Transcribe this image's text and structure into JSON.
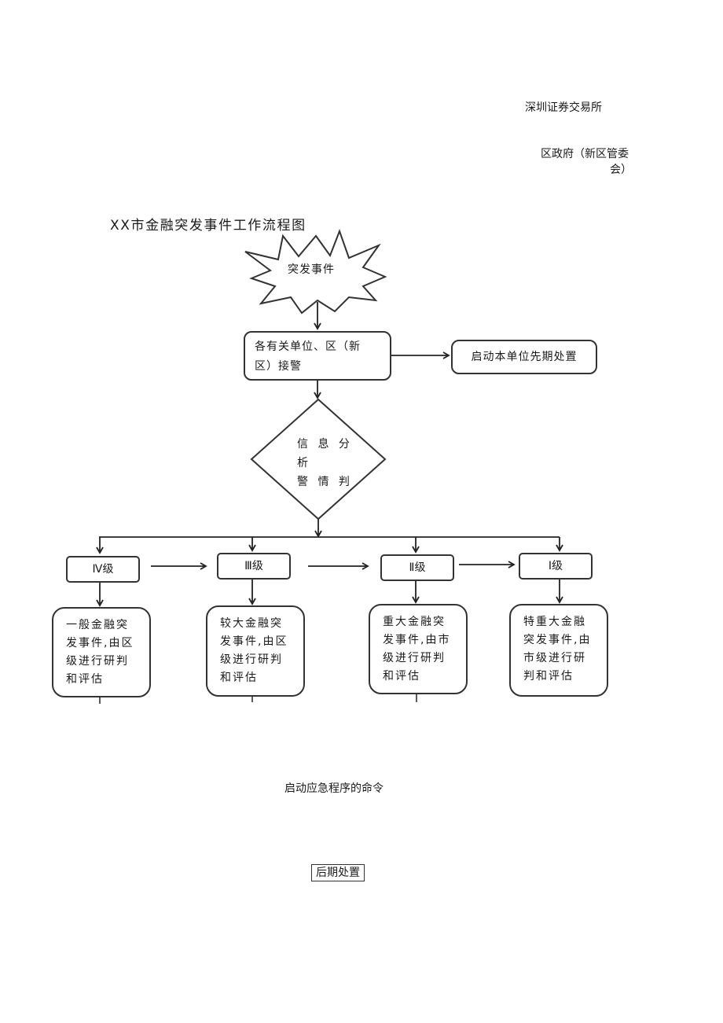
{
  "notes": {
    "exchange": "深圳证券交易所",
    "gov_line1": "区政府（新区管委",
    "gov_line2": "会）"
  },
  "title": "XX市金融突发事件工作流程图",
  "event": "突发事件",
  "receive": {
    "line1": "各有关单位、区（新",
    "line2": "区）接警"
  },
  "start_unit": "启动本单位先期处置",
  "analysis": {
    "line1": "信 息 分",
    "line2": "析",
    "line3": "警 情 判"
  },
  "levels": [
    {
      "label": "Ⅳ级",
      "desc": [
        "一般金融突",
        "发事件,由区",
        "级进行研判",
        "和评估"
      ]
    },
    {
      "label": "Ⅲ级",
      "desc": [
        "较大金融突",
        "发事件,由区",
        "级进行研判",
        "和评估"
      ]
    },
    {
      "label": "Ⅱ级",
      "desc": [
        "重大金融突",
        "发事件,由市",
        "级进行研判",
        "和评估"
      ]
    },
    {
      "label": "Ⅰ级",
      "desc": [
        "特重大金融",
        "突发事件,由",
        "市级进行研",
        "判和评估"
      ]
    }
  ],
  "command": "启动应急程序的命令",
  "final": "后期处置"
}
